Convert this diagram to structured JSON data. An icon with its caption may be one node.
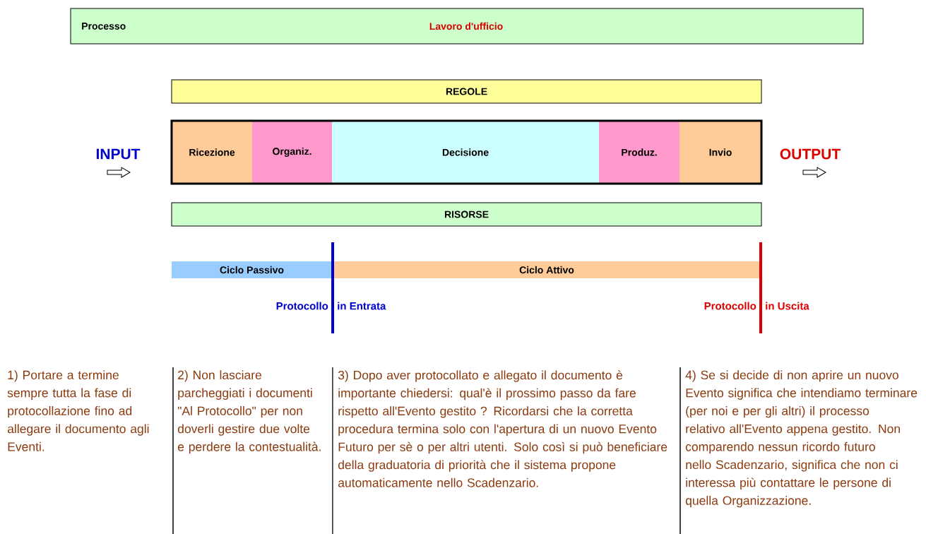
{
  "diagram": {
    "nodes": [
      {
        "text": [
          "Processo",
          "Lavoro d'ufficio"
        ]
      },
      {
        "text": [
          "REGOLE"
        ]
      },
      {
        "text": [],
        "shape": "box"
      },
      {
        "text": [
          "Ricezione"
        ],
        "in": 2
      },
      {
        "text": [
          "Organiz."
        ],
        "in": 2
      },
      {
        "text": [
          "Decisione"
        ],
        "in": 2
      },
      {
        "text": [
          "Produz."
        ],
        "in": 2
      },
      {
        "text": [
          "Invio"
        ],
        "in": 2
      },
      {
        "text": [
          "RISORSE"
        ]
      },
      {
        "text": [
          "Ciclo Passivo"
        ]
      },
      {
        "text": [
          "Ciclo Attivo"
        ]
      }
    ],
    "labels": [
      "INPUT",
      "OUTPUT",
      "Protocollo",
      "in Entrata",
      "Protocollo",
      "in Uscita",
      "1) Portare a termine sempre tutta la fase di protocollazione fino ad allegare il documento agli Eventi.",
      "2) Non lasciare parcheggiati i documenti \"Al Protocollo\" per non doverli gestire due volte e perdere la contestualità.",
      "3) Dopo aver protocollato e allegato il documento è importante chiedersi: qual'è il prossimo passo da fare rispetto all'Evento gestito ? Ricordarsi che la corretta procedura termina solo con l'apertura di un nuovo Evento Futuro per sè o per altri utenti. Solo così si può beneficiare della graduatoria di priorità che il sistema propone automaticamente nello Scadenzario.",
      "4) Se si decide di non aprire un nuovo Evento significa che intendiamo terminare (per noi e per gli altri) il processo relativo all'Evento appena gestito. Non comparendo nessun ricordo futuro nello Scadenzario, significa che non ci interessa più contattare le persone di quella Organizzazione."
    ]
  }
}
